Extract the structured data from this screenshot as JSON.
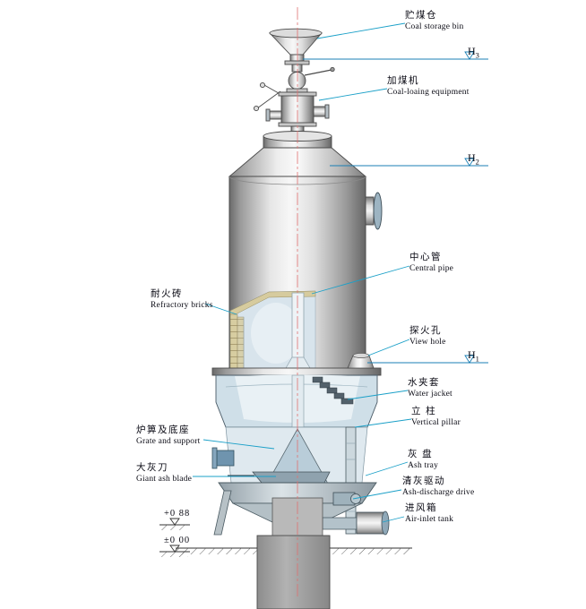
{
  "drawing_type": "gas-producer-furnace-section",
  "colors": {
    "leader_line": "#1ba0c8",
    "datum_line": "#1b7fb4",
    "centerline": "#e07070",
    "interior_fill": "#d8e4ec",
    "refractory_fill": "#d7cda1",
    "base_fill": "#9b9b9b"
  },
  "labels": {
    "coal_storage_bin": {
      "zh": "贮煤仓",
      "en": "Coal storage bin"
    },
    "coal_loading_equipment": {
      "zh": "加煤机",
      "en": "Coal-loaing equipment"
    },
    "central_pipe": {
      "zh": "中心管",
      "en": "Central pipe"
    },
    "refractory_bricks": {
      "zh": "耐火砖",
      "en": "Refractory bricks"
    },
    "view_hole": {
      "zh": "探火孔",
      "en": "View hole"
    },
    "water_jacket": {
      "zh": "水夹套",
      "en": "Water jacket"
    },
    "vertical_pillar": {
      "zh": "立 柱",
      "en": "Vertical pillar"
    },
    "grate_and_support": {
      "zh": "炉箅及底座",
      "en": "Grate and support"
    },
    "ash_tray": {
      "zh": "灰 盘",
      "en": "Ash tray"
    },
    "giant_ash_blade": {
      "zh": "大灰刀",
      "en": "Giant ash blade"
    },
    "ash_discharge_drive": {
      "zh": "清灰驱动",
      "en": "Ash-discharge drive"
    },
    "air_inlet_tank": {
      "zh": "进风箱",
      "en": "Air-inlet tank"
    }
  },
  "elevations": {
    "h3": {
      "text": "H",
      "sub": "3"
    },
    "h2": {
      "text": "H",
      "sub": "2"
    },
    "h1": {
      "text": "H",
      "sub": "1"
    },
    "datum_upper": "+0 88",
    "datum_zero": "±0 00"
  }
}
